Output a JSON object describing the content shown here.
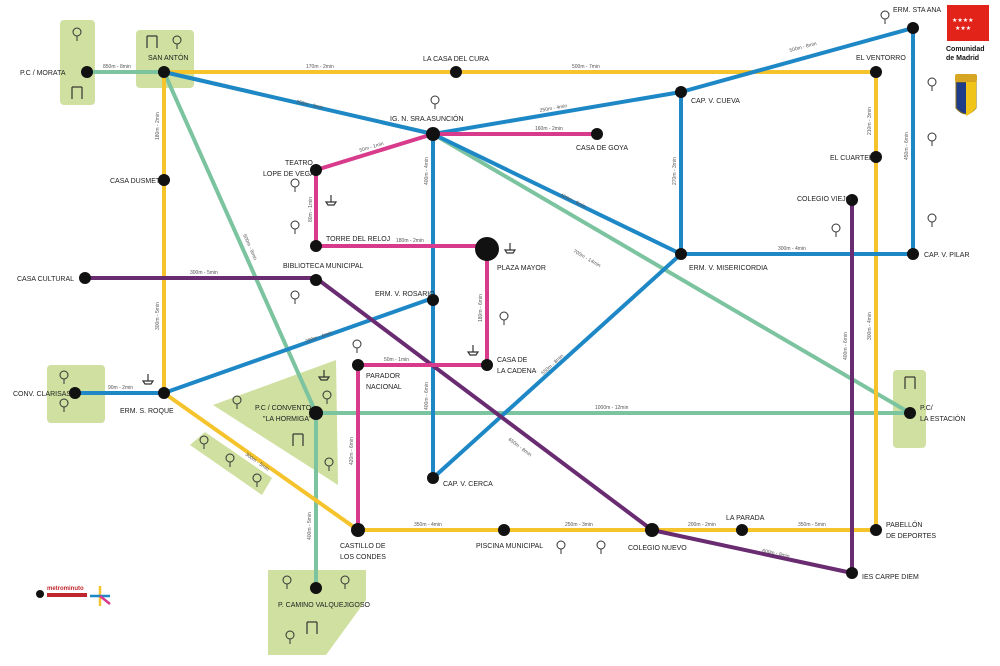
{
  "lines": {
    "yellow": "#f5c32c",
    "blue": "#1e88c7",
    "green": "#7cc4a0",
    "magenta": "#d83a8c",
    "purple": "#6a2c70"
  },
  "stops": {
    "pc_morata": "P.C / MORATA",
    "san_anton": "SAN ANTÓN",
    "la_casa_del_cura": "LA CASA DEL CURA",
    "el_ventorro": "EL VENTORRO",
    "erm_sta_ana": "ERM. STA ANA",
    "ig_sra_asuncion": "IG. N. SRA.ASUNCIÓN",
    "cap_v_cueva": "CAP. V. CUEVA",
    "casa_de_goya": "CASA DE GOYA",
    "teatro": "TEATRO",
    "lope_de_vega": "LOPE DE VEGA",
    "casa_dusmet": "CASA DUSMET",
    "el_cuartel": "EL CUARTEL",
    "colegio_viejo": "COLEGIO VIEJO",
    "torre_del_reloj": "TORRE DEL RELOJ",
    "plaza_mayor": "PLAZA MAYOR",
    "erm_v_misericordia": "ERM. V. MISERICORDIA",
    "cap_v_pilar": "CAP. V. PILAR",
    "casa_cultural": "CASA CULTURAL",
    "biblioteca": "BIBLIOTECA MUNICIPAL",
    "erm_v_rosario": "ERM. V. ROSARIO",
    "casa_de": "CASA DE",
    "la_cadena": "LA CADENA",
    "parador": "PARADOR",
    "nacional": "NACIONAL",
    "conv_clarisas": "CONV. CLARISAS",
    "erm_s_roque": "ERM. S. ROQUE",
    "pc_convento": "P.C / CONVENTO",
    "la_hormiga": "\"LA HORMIGA\"",
    "pc": "P.C/",
    "la_estacion": "LA ESTACIÓN",
    "cap_v_cerca": "CAP. V. CERCA",
    "la_parada": "LA PARADA",
    "castillo_de": "CASTILLO DE",
    "los_condes": "LOS CONDES",
    "piscina": "PISCINA MUNICIPAL",
    "colegio_nuevo": "COLEGIO NUEVO",
    "pabellon": "PABELLÓN",
    "de_deportes": "DE DEPORTES",
    "ies_carpe_diem": "IES CARPE DIEM",
    "p_camino": "P. CAMINO VALQUEJIGOSO"
  },
  "distances": {
    "morata_santon": "850m - 8min",
    "santon_cura": "170m - 2min",
    "cura_ventorro": "500m - 7min",
    "stana": "500m - 8min",
    "santon_asuncion": "250m - 3min",
    "asuncion_cueva": "250m - 4min",
    "asuncion_goya": "160m - 2min",
    "teatro_asuncion": "50m - 1min",
    "santon_dusmet": "180m - 2min",
    "teatro_torre": "80m - 1min",
    "torre_plaza": "180m - 2min",
    "ventorro_cuartel": "210m - 3min",
    "stana_pilar": "450m - 6min",
    "cueva_miseri": "270m - 3min",
    "asuncion_miseri": "400m - 6min",
    "miseri_pilar": "300m - 4min",
    "cultural_biblio": "300m - 5min",
    "dusmet_roque": "300m - 5min",
    "roque_rosario": "280m - 4min",
    "asuncion_rosario": "400m - 4min",
    "plaza_cadena": "180m - 6min",
    "parador_cadena": "50m - 1min",
    "clarisas_roque": "90m - 2min",
    "santon_convento": "600m - 9min",
    "asuncion_estacion": "700m - 14min",
    "convento_estacion": "1000m - 12min",
    "rosario_cerca": "400m - 6min",
    "miseri_cerca": "550m - 8min",
    "cuartel_pabellon": "300m - 4min",
    "biblio_nuevo": "650m - 8min",
    "parador_castillo": "420m - 6min",
    "roque_castillo": "300m - 5min",
    "castillo_piscina": "350m - 4min",
    "piscina_nuevo": "250m - 3min",
    "nuevo_parada": "200m - 2min",
    "parada_pabellon": "350m - 5min",
    "nuevo_carpe": "600m - 8min",
    "viejo_carpe": "400m - 6min",
    "convento_camino": "400m - 5min"
  },
  "branding": {
    "comunidad": "Comunidad",
    "de_madrid": "de Madrid",
    "metrominuto": "metrominuto"
  }
}
